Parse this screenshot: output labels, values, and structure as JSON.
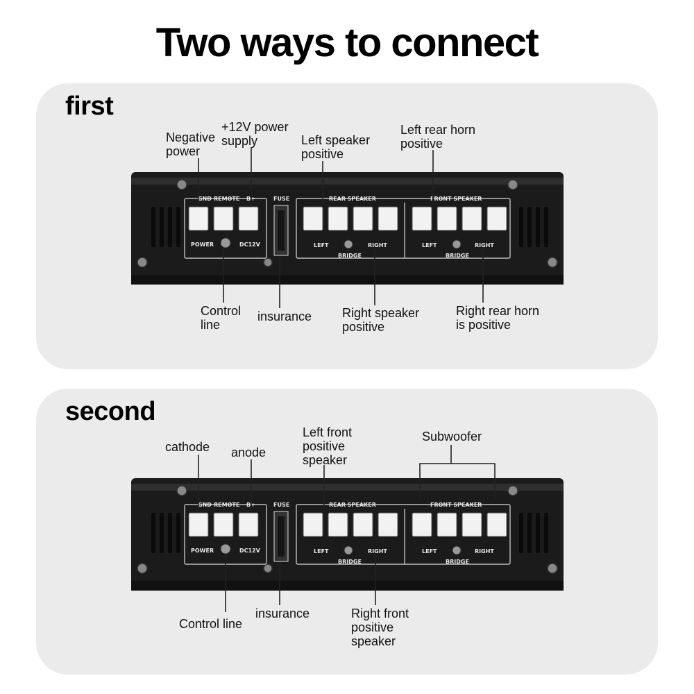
{
  "title": "Two ways to connect",
  "amp": {
    "gnd": "GND",
    "remote": "REMOTE",
    "bplus": "B+",
    "fuse": "FUSE",
    "power": "POWER",
    "dc12v": "DC12V",
    "rear": "REAR SPEAKER",
    "front": "FRONT SPEAKER",
    "left": "LEFT",
    "right": "RIGHT",
    "bridge": "BRIDGE"
  },
  "first": {
    "label": "first",
    "negative_power": [
      "Negative",
      "power"
    ],
    "plus12v": [
      "+12V power",
      "supply"
    ],
    "left_speaker": [
      "Left speaker",
      "positive"
    ],
    "left_rear_horn": [
      "Left rear horn",
      "positive"
    ],
    "control_line": [
      "Control",
      "line"
    ],
    "insurance": "insurance",
    "right_speaker": [
      "Right speaker",
      "positive"
    ],
    "right_rear_horn": [
      "Right rear horn",
      "is positive"
    ]
  },
  "second": {
    "label": "second",
    "cathode": "cathode",
    "anode": "anode",
    "left_front": [
      "Left front",
      "positive",
      "speaker"
    ],
    "subwoofer": "Subwoofer",
    "control_line": "Control line",
    "insurance": "insurance",
    "right_front": [
      "Right front",
      "positive",
      "speaker"
    ]
  }
}
